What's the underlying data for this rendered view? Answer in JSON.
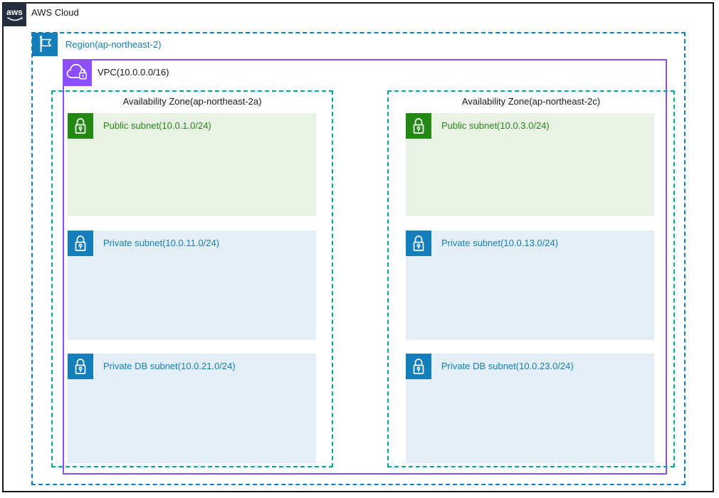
{
  "aws_cloud": {
    "logo_text": "aws",
    "label": "AWS Cloud"
  },
  "region": {
    "label": "Region(ap-northeast-2)"
  },
  "vpc": {
    "label": "VPC(10.0.0.0/16)"
  },
  "availability_zones": [
    {
      "label": "Availability Zone(ap-northeast-2a)",
      "subnets": [
        {
          "type": "public",
          "label": "Public subnet(10.0.1.0/24)"
        },
        {
          "type": "private",
          "label": "Private subnet(10.0.11.0/24)"
        },
        {
          "type": "private",
          "label": "Private DB subnet(10.0.21.0/24)"
        }
      ]
    },
    {
      "label": "Availability Zone(ap-northeast-2c)",
      "subnets": [
        {
          "type": "public",
          "label": "Public subnet(10.0.3.0/24)"
        },
        {
          "type": "private",
          "label": "Private subnet(10.0.13.0/24)"
        },
        {
          "type": "private",
          "label": "Private DB subnet(10.0.23.0/24)"
        }
      ]
    }
  ],
  "colors": {
    "outer_border": "#16191f",
    "aws_dark": "#232f3e",
    "region_blue": "#147eba",
    "az_teal": "#01a88d",
    "vpc_purple": "#8c4fff",
    "public_green": "#248814",
    "public_bg": "#e9f2e4",
    "private_blue": "#147eba",
    "private_bg": "#e4eef7"
  }
}
